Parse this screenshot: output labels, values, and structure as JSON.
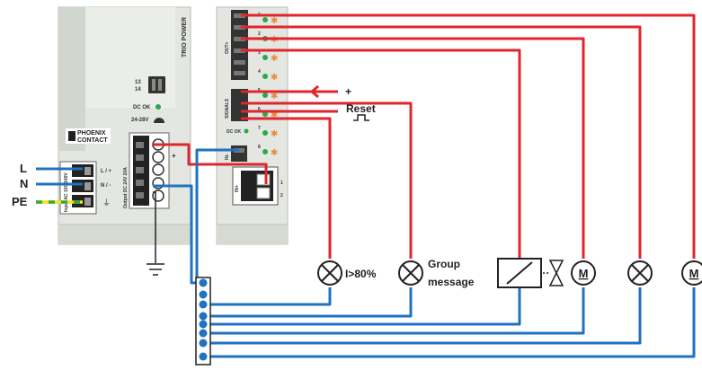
{
  "colors": {
    "wire_positive": "#e0262c",
    "wire_negative": "#1f73c0",
    "wire_mains": "#1f73c0",
    "pe_stripe_green": "#3aa63a",
    "pe_stripe_yellow": "#f4e21a",
    "module_body": "#e3e6e1",
    "module_panel": "#d1d6ce",
    "terminal_orange": "#e98a3c",
    "led_green": "#28a94a"
  },
  "power_supply": {
    "brand": "TRIO POWER",
    "logo_line1": "PHOENIX",
    "logo_line2": "CONTACT",
    "relay_label_13": "13",
    "relay_label_14": "14",
    "dc_ok": "DC OK",
    "voltage_adjust": "24-28V",
    "input_label": "Input AC 100-240V",
    "output_label": "Output DC 24V 20A",
    "l_plus": "L / +",
    "n_minus": "N / -",
    "ground_symbol": "⏚",
    "out_plus": "+",
    "out_minus": "-"
  },
  "monitor_module": {
    "out_label": "OUT+",
    "signals_label": "SIGNALS",
    "dc_ok": "DC OK",
    "in_minus": "IN-",
    "in_plus": "IN+",
    "ch_numbers": [
      "1",
      "2",
      "3",
      "4",
      "5",
      "6",
      "7",
      "8"
    ],
    "terminal_numbers": [
      "1",
      "2"
    ]
  },
  "labels": {
    "L": "L",
    "N": "N",
    "PE": "PE",
    "plus": "+",
    "reset": "Reset",
    "lamp1": "I>80%",
    "lamp2_line1": "Group",
    "lamp2_line2": "message",
    "motor": "M"
  }
}
